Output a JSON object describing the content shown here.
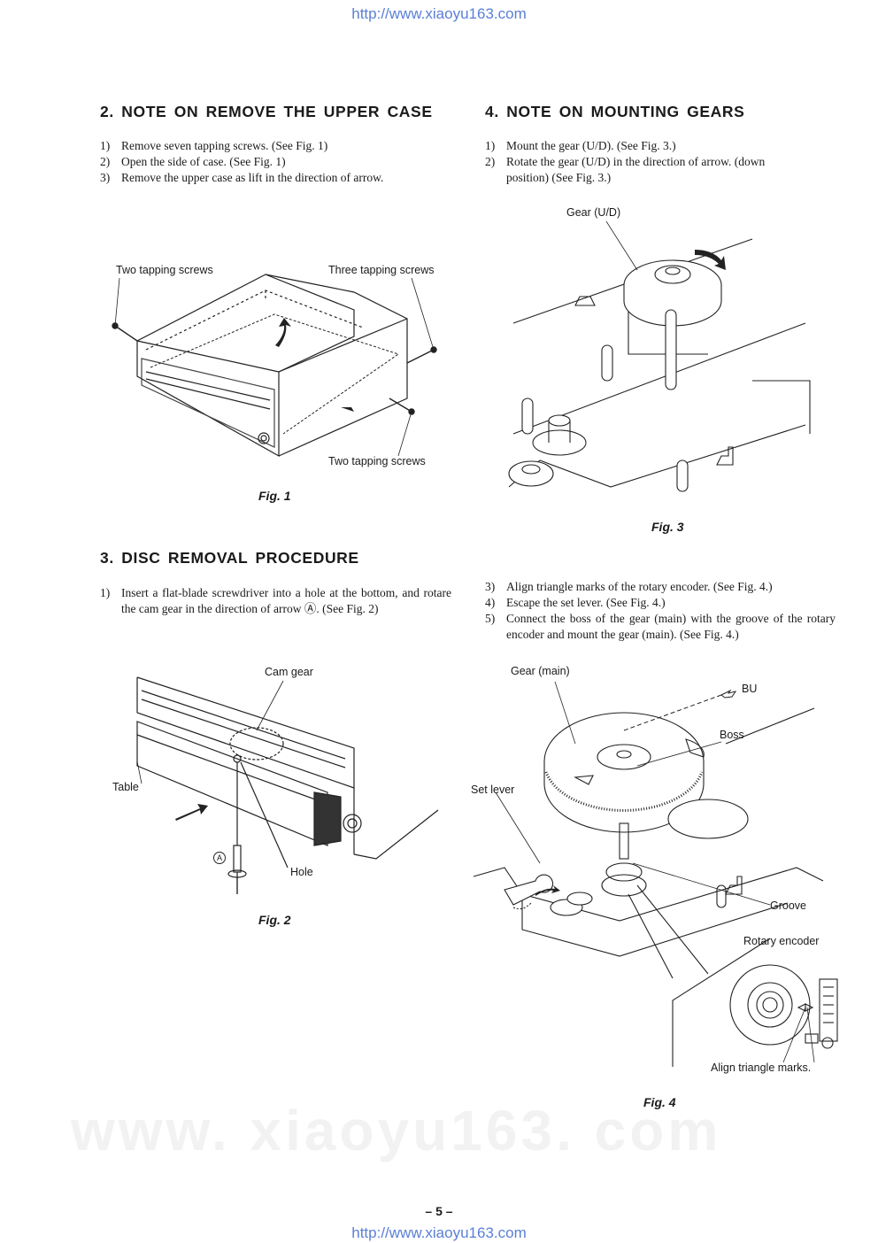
{
  "header_url": "http://www.xiaoyu163.com",
  "footer_url": "http://www.xiaoyu163.com",
  "watermark": "www. xiaoyu163. com",
  "page_number": "– 5 –",
  "section2": {
    "title": "2.   NOTE  ON  REMOVE  THE  UPPER  CASE",
    "steps": [
      {
        "num": "1)",
        "text": "Remove seven tapping screws. (See Fig. 1)"
      },
      {
        "num": "2)",
        "text": "Open the side of case. (See Fig. 1)"
      },
      {
        "num": "3)",
        "text": "Remove the upper case as lift in the direction of arrow."
      }
    ]
  },
  "fig1": {
    "labels": {
      "two_screws_top": "Two tapping screws",
      "three_screws": "Three tapping screws",
      "two_screws_bottom": "Two tapping screws"
    },
    "caption": "Fig. 1"
  },
  "section3": {
    "title": "3.   DISC  REMOVAL  PROCEDURE",
    "steps": [
      {
        "num": "1)",
        "text": "Insert a flat-blade screwdriver into a hole at the bottom, and rotare the cam gear in the direction of arrow Ⓐ. (See Fig. 2)"
      }
    ]
  },
  "fig2": {
    "labels": {
      "cam_gear": "Cam gear",
      "table": "Table",
      "a_mark": "A",
      "hole": "Hole"
    },
    "caption": "Fig. 2"
  },
  "section4": {
    "title": "4.   NOTE  ON  MOUNTING  GEARS",
    "steps": [
      {
        "num": "1)",
        "text": "Mount the gear (U/D). (See Fig. 3.)"
      },
      {
        "num": "2)",
        "text": "Rotate the gear (U/D) in the direction of arrow. (down position) (See Fig. 3.)"
      }
    ],
    "steps2": [
      {
        "num": "3)",
        "text": "Align triangle marks of the rotary encoder. (See Fig. 4.)"
      },
      {
        "num": "4)",
        "text": "Escape the set lever. (See Fig. 4.)"
      },
      {
        "num": "5)",
        "text": "Connect the boss of the gear (main) with the groove of the rotary encoder and mount the gear (main). (See Fig. 4.)"
      }
    ]
  },
  "fig3": {
    "labels": {
      "gear_ud": "Gear (U/D)"
    },
    "caption": "Fig. 3"
  },
  "fig4": {
    "labels": {
      "gear_main": "Gear (main)",
      "bu": "BU",
      "boss": "Boss",
      "set_lever": "Set lever",
      "groove": "Groove",
      "rotary_encoder": "Rotary encoder",
      "align_marks": "Align triangle marks."
    },
    "caption": "Fig. 4"
  }
}
